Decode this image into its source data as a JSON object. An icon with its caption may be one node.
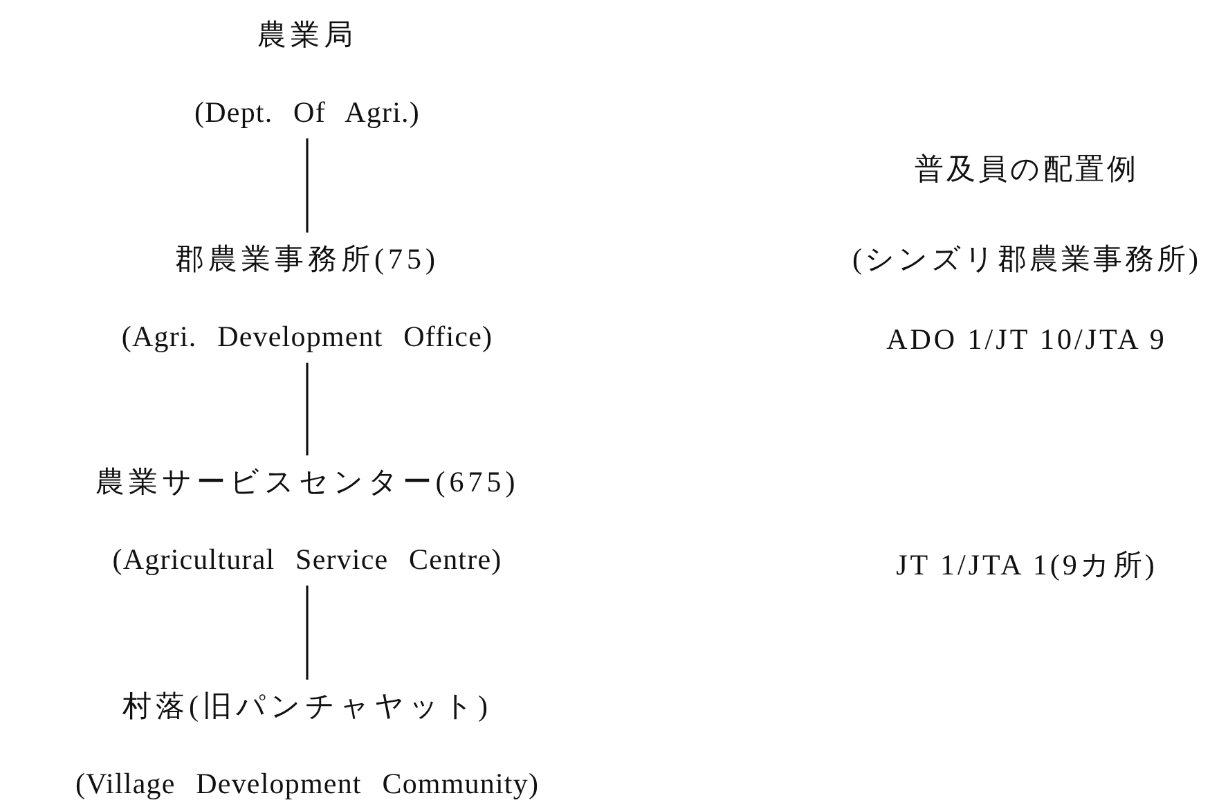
{
  "diagram": {
    "nodes": [
      {
        "text": [
          "農業局",
          "(Dept. Of Agri.)"
        ]
      },
      {
        "text": [
          "郡農業事務所(75)",
          "(Agri. Development Office)"
        ]
      },
      {
        "text": [
          "農業サービスセンター(675)",
          "(Agricultural Service Centre)"
        ]
      },
      {
        "text": [
          "村落(旧パンチャヤット)",
          "(Village Development Community)"
        ]
      }
    ],
    "edges": [
      {
        "from": 0,
        "to": 1,
        "arrow": "none"
      },
      {
        "from": 1,
        "to": 2,
        "arrow": "none"
      },
      {
        "from": 2,
        "to": 3,
        "arrow": "none"
      }
    ],
    "labels": [
      "普及員の配置例",
      "(シンズリ郡農業事務所)",
      "ADO 1/JT 10/JTA 9",
      "JT 1/JTA 1(9カ所)"
    ]
  }
}
